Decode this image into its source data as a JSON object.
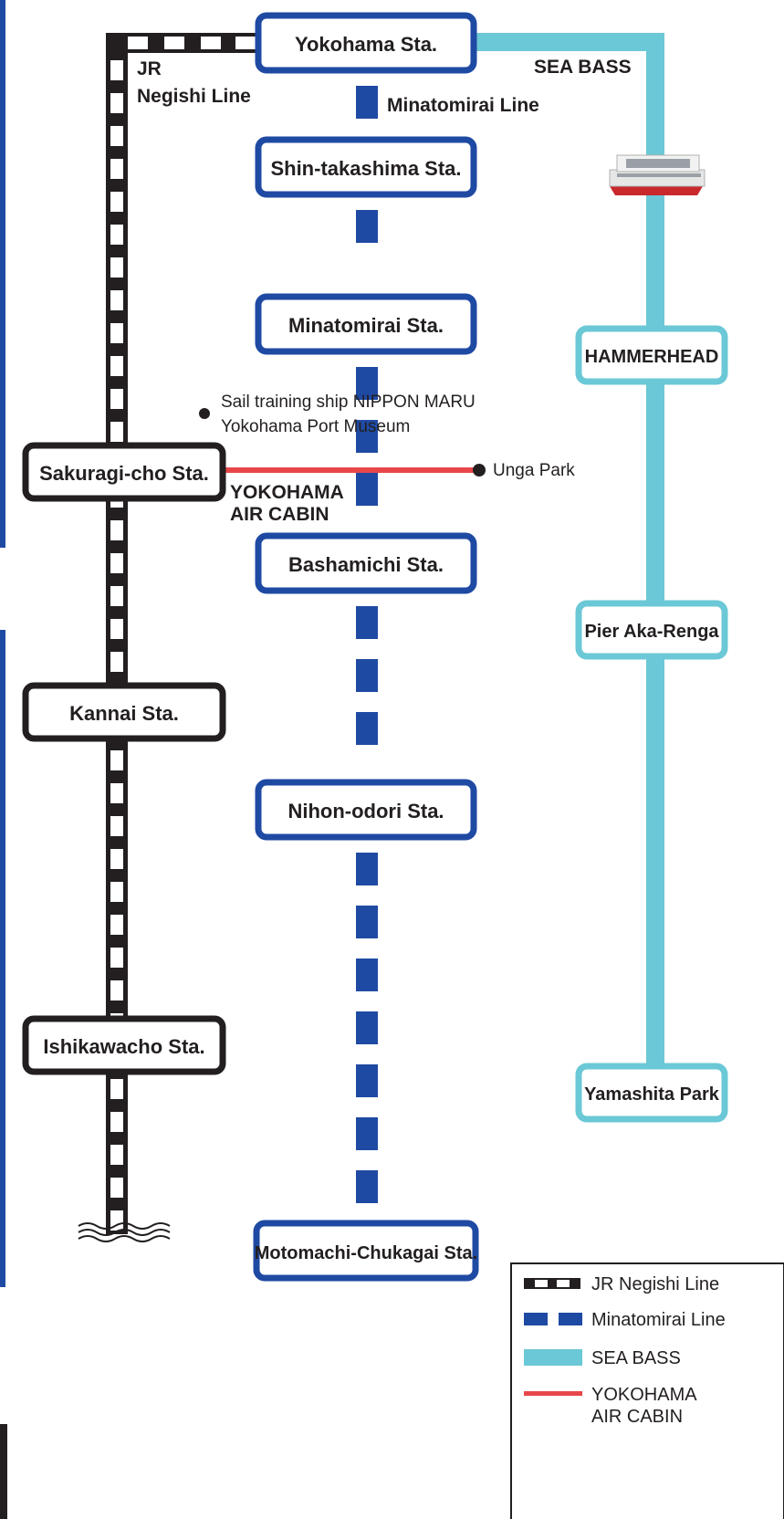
{
  "lines": {
    "jr_negishi": {
      "label_line1": "JR",
      "label_line2": "Negishi Line",
      "color": "#231f20"
    },
    "minatomirai": {
      "label": "Minatomirai Line",
      "color": "#1f4aa3"
    },
    "sea_bass": {
      "label": "SEA BASS",
      "color": "#6bc8d6"
    },
    "air_cabin": {
      "label_line1": "YOKOHAMA",
      "label_line2": "AIR CABIN",
      "color": "#e8474a"
    }
  },
  "stations": {
    "yokohama": "Yokohama Sta.",
    "shin_takashima": "Shin-takashima Sta.",
    "minatomirai": "Minatomirai Sta.",
    "bashamichi": "Bashamichi Sta.",
    "nihon_odori": "Nihon-odori Sta.",
    "motomachi_chukagai": "Motomachi-Chukagai Sta.",
    "sakuragicho": "Sakuragi-cho Sta.",
    "kannai": "Kannai Sta.",
    "ishikawacho": "Ishikawacho Sta.",
    "hammerhead": "HAMMERHEAD",
    "pier_aka_renga": "Pier Aka-Renga",
    "yamashita_park": "Yamashita Park"
  },
  "points_of_interest": {
    "nippon_maru_line1": "Sail training ship NIPPON MARU",
    "nippon_maru_line2": "Yokohama Port Museum",
    "unga_park": "Unga Park"
  },
  "icons": {
    "boat": "sea-bass-boat-icon",
    "poi_dot": "poi-dot-icon",
    "line_end": "wavy-line-end-icon"
  },
  "legend": {
    "jr": "JR Negishi Line",
    "minatomirai": "Minatomirai Line",
    "sea_bass": "SEA BASS",
    "air_cabin_line1": "YOKOHAMA",
    "air_cabin_line2": "AIR CABIN"
  }
}
